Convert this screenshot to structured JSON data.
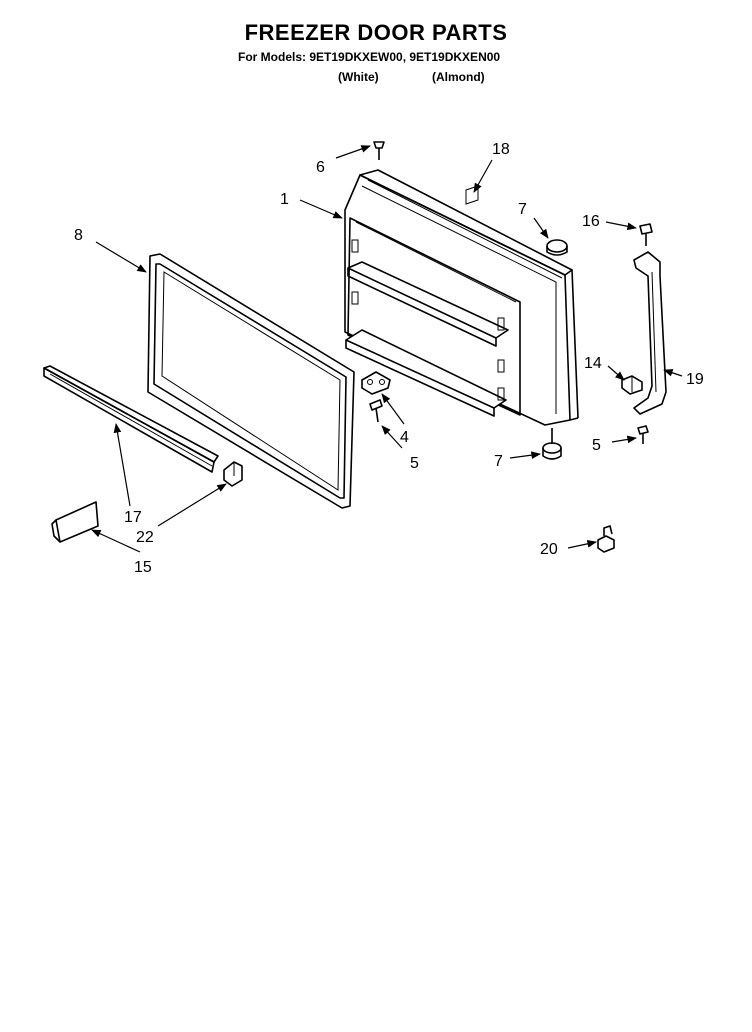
{
  "header": {
    "title": "FREEZER DOOR PARTS",
    "models": "For Models: 9ET19DKXEW00, 9ET19DKXEN00",
    "color_white": "(White)",
    "color_almond": "(Almond)"
  },
  "callouts": {
    "c1": "1",
    "c4": "4",
    "c5a": "5",
    "c5b": "5",
    "c6": "6",
    "c7a": "7",
    "c7b": "7",
    "c8": "8",
    "c14": "14",
    "c15": "15",
    "c16": "16",
    "c17": "17",
    "c18": "18",
    "c19": "19",
    "c20": "20",
    "c22": "22"
  }
}
